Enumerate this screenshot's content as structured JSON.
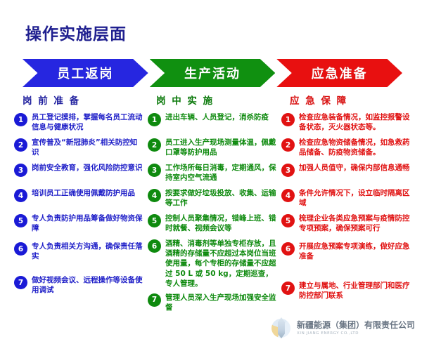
{
  "title": "操作实施层面",
  "banner": {
    "steps": [
      {
        "label": "员工返岗",
        "color": "#2626e0"
      },
      {
        "label": "生产活动",
        "color": "#109010"
      },
      {
        "label": "应急准备",
        "color": "#e81010"
      }
    ]
  },
  "columns": [
    {
      "heading": "岗 前 准 备",
      "accent": "#1f1fc8",
      "items": [
        {
          "num": "1",
          "text": "员工登记摸排，掌握每名员工流动信息与健康状况"
        },
        {
          "num": "2",
          "text": "宣传普及“新冠肺炎”相关防控知识"
        },
        {
          "num": "3",
          "text": "岗前安全教育，强化风险防控意识"
        },
        {
          "num": "4",
          "text": "培训员工正确使用佩戴防护用品"
        },
        {
          "num": "5",
          "text": "专人负责防护用品筹备做好物资保障"
        },
        {
          "num": "6",
          "text": "专人负责相关方沟通，确保责任落实"
        },
        {
          "num": "7",
          "text": "做好视频会议、远程操作等设备使用调试"
        }
      ]
    },
    {
      "heading": "岗 中 实 施",
      "accent": "#0e8a0e",
      "items": [
        {
          "num": "1",
          "text": "进出车辆、人员登记，消杀防疫"
        },
        {
          "num": "2",
          "text": "员工进入生产现场测量体温，佩戴口罩等防护用品"
        },
        {
          "num": "3",
          "text": "工作场所每日消毒，定期通风，保持室内空气流通"
        },
        {
          "num": "4",
          "text": "按要求做好垃圾投放、收集、运输等工作"
        },
        {
          "num": "5",
          "text": "控制人员聚集情况，错峰上班、错时就餐、视频会议等"
        },
        {
          "num": "6",
          "text": "酒精、消毒剂等单独专柜存放，且酒精的存储量不应超过本岗位当班使用量，每个专柜的存储量不应超过 50 L 或 50 kg，定期巡查，专人管理。"
        },
        {
          "num": "7",
          "text": "管理人员深入生产现场加强安全监督"
        }
      ]
    },
    {
      "heading": "应 急 保 障",
      "accent": "#e11212",
      "items": [
        {
          "num": "1",
          "text": "检查应急装备情况，如监控报警设备状态，灭火器状态等。"
        },
        {
          "num": "2",
          "text": "检查应急物资储备情况，如急救药品储备、防疫物资储备。"
        },
        {
          "num": "3",
          "text": "加强人员值守，确保内部信息通畅"
        },
        {
          "num": "4",
          "text": "条件允许情况下，设立临时隔离区域"
        },
        {
          "num": "5",
          "text": "梳理企业各类应急预案与疫情防控专项预案，确保预案可行"
        },
        {
          "num": "6",
          "text": "开展应急预案专项演练，做好应急准备"
        },
        {
          "num": "7",
          "text": "建立与属地、行业管理部门和医疗防控部门联系"
        }
      ]
    }
  ],
  "footer": {
    "company_cn": "新疆能源（集团）有限责任公司",
    "company_en": "XIN JIANG ENERGY CO.,LTD"
  }
}
